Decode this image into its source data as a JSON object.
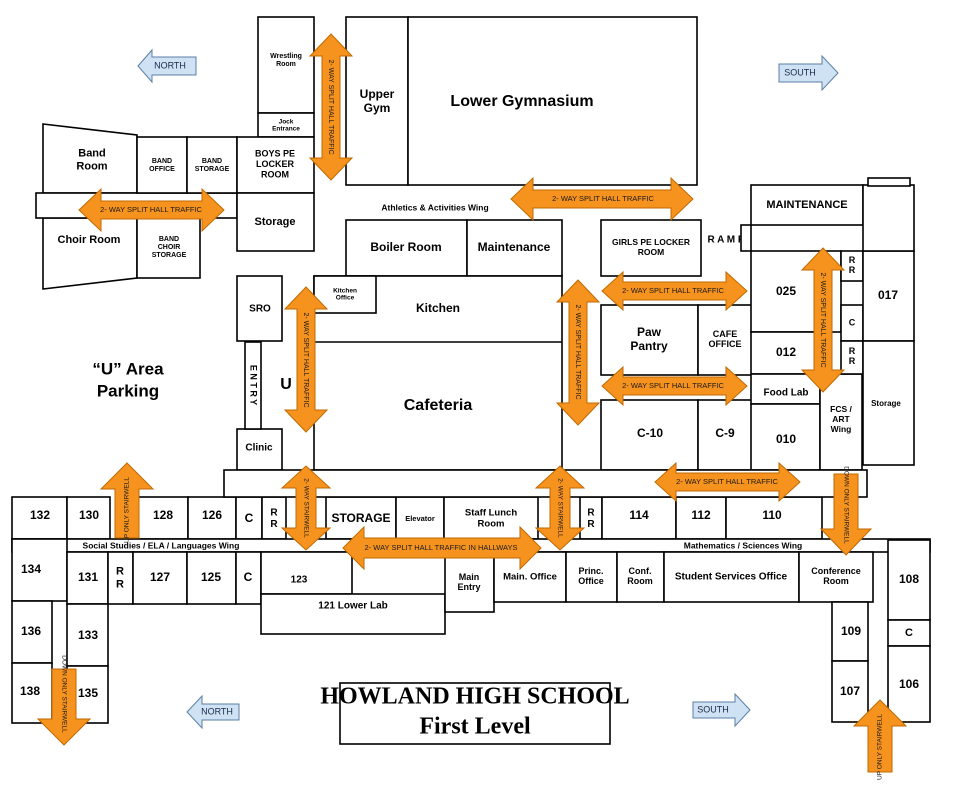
{
  "title": {
    "line1": "HOWLAND HIGH SCHOOL",
    "line2": "First Level"
  },
  "parking": {
    "line1": "“U”  Area",
    "line2": "Parking"
  },
  "compass": [
    {
      "id": "north-top",
      "label": "NORTH"
    },
    {
      "id": "south-top",
      "label": "SOUTH"
    },
    {
      "id": "north-bottom",
      "label": "NORTH"
    },
    {
      "id": "south-bottom",
      "label": "SOUTH"
    }
  ],
  "wings": {
    "athletics": "Athletics & Activities Wing",
    "social": "Social Studies / ELA / Languages Wing",
    "math": "Mathematics / Sciences Wing"
  },
  "ramp": "R A M P",
  "entry_letters": "E N T R Y",
  "u_mark": "U",
  "rooms": {
    "wrestling": "Wrestling Room",
    "jock": "Jock Entrance",
    "boys_pe": "BOYS PE LOCKER ROOM",
    "storage_left": "Storage",
    "upper_gym": "Upper Gym",
    "lower_gym": "Lower Gymnasium",
    "band": "Band Room",
    "band_office": "BAND OFFICE",
    "band_storage": "BAND STORAGE",
    "choir": "Choir Room",
    "band_choir_storage": "BAND CHOIR STORAGE",
    "boiler": "Boiler Room",
    "maintenance_mid": "Maintenance",
    "girls_pe": "GIRLS PE LOCKER ROOM",
    "maintenance_top": "MAINTENANCE",
    "sro": "SRO",
    "kitchen_office": "Kitchen Office",
    "kitchen": "Kitchen",
    "cafeteria": "Cafeteria",
    "clinic": "Clinic",
    "paw_pantry": "Paw Pantry",
    "cafe_office": "CAFE OFFICE",
    "r025": "025",
    "r017": "017",
    "r012": "012",
    "food_lab": "Food Lab",
    "c10": "C-10",
    "c9": "C-9",
    "r010": "010",
    "fcs": "FCS / ART Wing",
    "storage_right": "Storage",
    "rr": "R R",
    "c": "C",
    "r132": "132",
    "r130": "130",
    "r128": "128",
    "r126": "126",
    "storage_main": "STORAGE",
    "elevator": "Elevator",
    "staff_lunch": "Staff Lunch Room",
    "r114": "114",
    "r112": "112",
    "r110": "110",
    "r134": "134",
    "r131": "131",
    "r127": "127",
    "r125": "125",
    "r123": "123",
    "lower_lab": "121 Lower Lab",
    "main_entry": "Main Entry",
    "main_office": "Main. Office",
    "princ_office": "Princ. Office",
    "conf_room": "Conf. Room",
    "student_services": "Student Services Office",
    "conference_room": "Conference Room",
    "r108": "108",
    "r136": "136",
    "r133": "133",
    "r138": "138",
    "r135": "135",
    "r109": "109",
    "r107": "107",
    "r106": "106"
  },
  "arrows": {
    "split": "2- WAY SPLIT HALL TRAFFIC",
    "split_halls": "2- WAY SPLIT HALL TRAFFIC IN HALLWAYS",
    "two_way_stair": "2- WAY STAIRWELL",
    "up_only": "UP ONLY STAIRWELL",
    "down_only": "DOWN ONLY STAIRWELL"
  },
  "colors": {
    "arrow_fill": "#f6921e",
    "compass_fill": "#cfe2f3",
    "wall": "#000000"
  }
}
